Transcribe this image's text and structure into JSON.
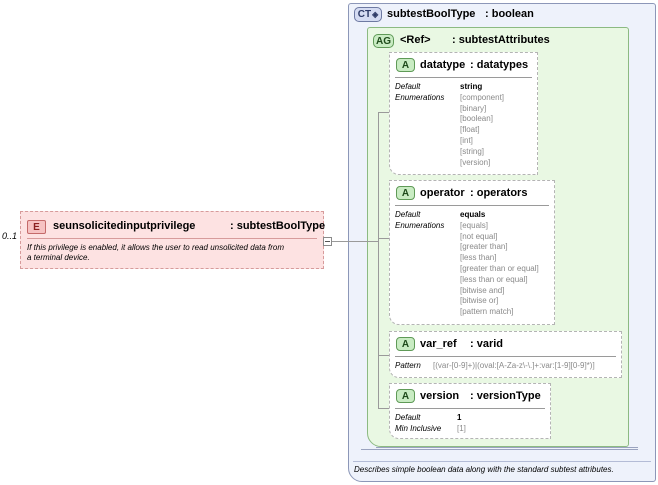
{
  "element": {
    "badge": "E",
    "name": "seunsolicitedinputprivilege",
    "type": ": subtestBoolType",
    "cardinality": "0..1",
    "doc": [
      "If this privilege is enabled, it allows the user to read unsolicited data from",
      "a terminal device."
    ]
  },
  "complex_type": {
    "badge": "CT",
    "name": "subtestBoolType",
    "type": ": boolean",
    "doc": "Describes simple boolean data along with the standard subtest attributes."
  },
  "attribute_group": {
    "badge": "AG",
    "name": "<Ref>",
    "type": ": subtestAttributes"
  },
  "attributes": [
    {
      "badge": "A",
      "name": "datatype",
      "type": ": datatypes",
      "labels": [
        "Default",
        "Enumerations"
      ],
      "default": "string",
      "enumerations": [
        "[component]",
        "[binary]",
        "[boolean]",
        "[float]",
        "[int]",
        "[string]",
        "[version]"
      ]
    },
    {
      "badge": "A",
      "name": "operator",
      "type": ": operators",
      "labels": [
        "Default",
        "Enumerations"
      ],
      "default": "equals",
      "enumerations": [
        "[equals]",
        "[not equal]",
        "[greater than]",
        "[less than]",
        "[greater than or equal]",
        "[less than or equal]",
        "[bitwise and]",
        "[bitwise or]",
        "[pattern match]"
      ]
    },
    {
      "badge": "A",
      "name": "var_ref",
      "type": ": varid",
      "labels": [
        "Pattern"
      ],
      "pattern": "[(var-[0-9]+)|(oval:[A-Za-z\\-\\.]+:var:[1-9][0-9]*)]"
    },
    {
      "badge": "A",
      "name": "version",
      "type": ": versionType",
      "labels": [
        "Default",
        "Min Inclusive"
      ],
      "default": "1",
      "min_inclusive": "[1]"
    }
  ],
  "colors": {
    "element_fill": "#fde2e2",
    "element_border": "#d79b9b",
    "element_badge": "#f6c2c2",
    "ct_fill": "#eef2fb",
    "ct_border": "#8c97b8",
    "ag_fill": "#e9f8e3",
    "ag_border": "#8cba82",
    "attr_badge": "#c9ecc3"
  }
}
